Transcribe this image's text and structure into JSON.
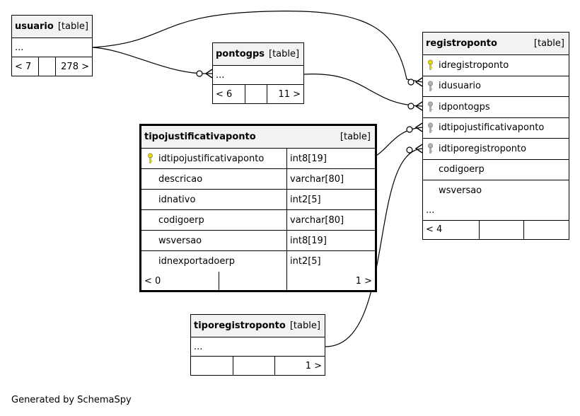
{
  "footer": "Generated by SchemaSpy",
  "colors": {
    "pk_key": "#e8d800",
    "fk_key": "#b0b0b0",
    "header_bg": "#f2f2f2"
  },
  "tables": {
    "usuario": {
      "name": "usuario",
      "tag": "[table]",
      "more": "...",
      "left": "< 7",
      "mid": "",
      "right": "278 >"
    },
    "pontogps": {
      "name": "pontogps",
      "tag": "[table]",
      "more": "...",
      "left": "< 6",
      "mid": "",
      "right": "11 >"
    },
    "registroponto": {
      "name": "registroponto",
      "tag": "[table]",
      "columns": [
        "idregistroponto",
        "idusuario",
        "idpontogps",
        "idtipojustificativaponto",
        "idtiporegistroponto",
        "codigoerp",
        "wsversao"
      ],
      "icons": [
        "primary-key-icon",
        "foreign-key-icon",
        "foreign-key-icon",
        "foreign-key-icon",
        "foreign-key-icon",
        "",
        ""
      ],
      "more": "...",
      "left": "< 4",
      "mid": "",
      "right": ""
    },
    "tipojustificativaponto": {
      "name": "tipojustificativaponto",
      "tag": "[table]",
      "columns": [
        {
          "name": "idtipojustificativaponto",
          "type": "int8[19]"
        },
        {
          "name": "descricao",
          "type": "varchar[80]"
        },
        {
          "name": "idnativo",
          "type": "int2[5]"
        },
        {
          "name": "codigoerp",
          "type": "varchar[80]"
        },
        {
          "name": "wsversao",
          "type": "int8[19]"
        },
        {
          "name": "idnexportadoerp",
          "type": "int2[5]"
        }
      ],
      "left": "< 0",
      "mid": "",
      "right": "1 >"
    },
    "tiporegistroponto": {
      "name": "tiporegistroponto",
      "tag": "[table]",
      "more": "...",
      "left": "",
      "mid": "",
      "right": "1 >"
    }
  }
}
